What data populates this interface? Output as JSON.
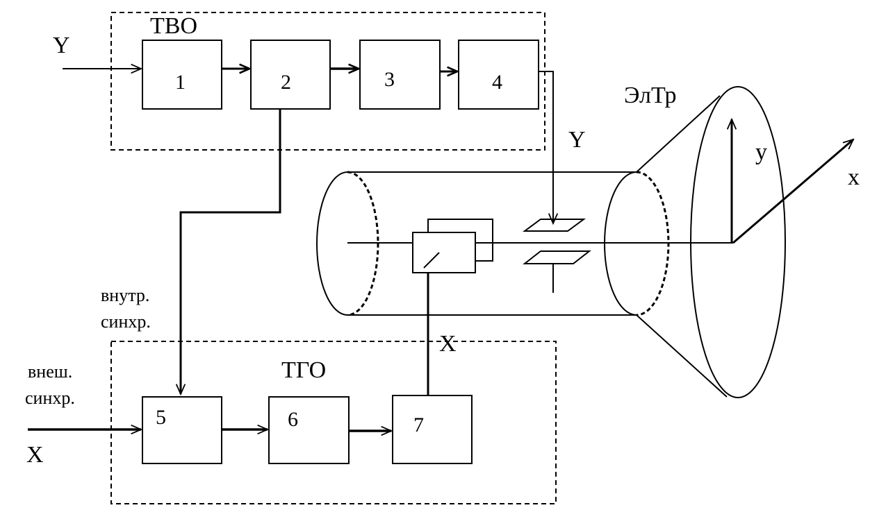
{
  "diagram": {
    "groups": {
      "vertical": "ТВО",
      "horizontal": "ТГО",
      "tube": "ЭлТр"
    },
    "blocks": [
      "1",
      "2",
      "3",
      "4",
      "5",
      "6",
      "7"
    ],
    "signals": {
      "y_input": "Y",
      "y_output": "Y",
      "x_input": "X",
      "x_output": "X"
    },
    "sync": {
      "internal_line1": "внутр.",
      "internal_line2": "синхр.",
      "external_line1": "внеш.",
      "external_line2": "синхр."
    },
    "screen_axes": {
      "y": "y",
      "x": "x"
    }
  }
}
